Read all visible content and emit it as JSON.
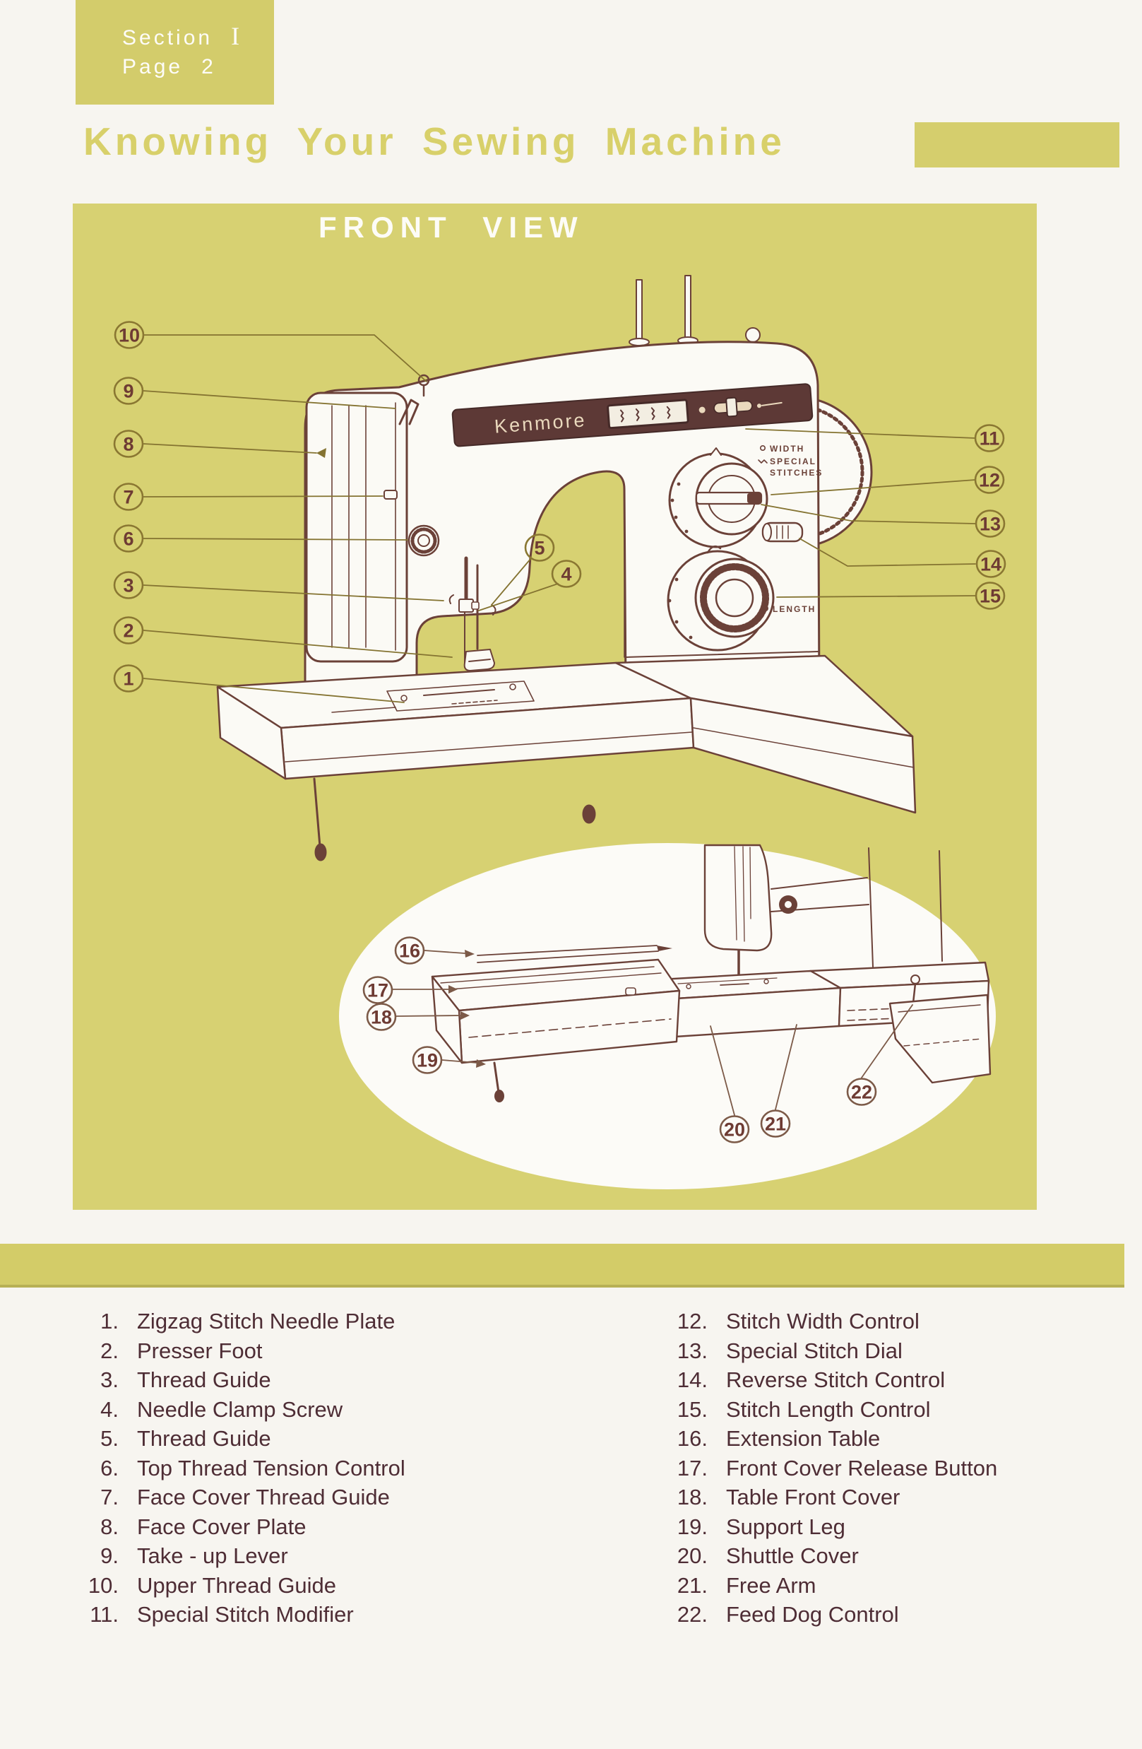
{
  "colors": {
    "olive": "#d6cf6e",
    "olive_dark_edge": "#b7b055",
    "ink_maroon": "#6b4138",
    "panel_maroon": "#5d3936",
    "list_text": "#4e2d35",
    "paper": "#f7f5f0"
  },
  "header": {
    "section_label": "Section",
    "section_value": "I",
    "page_label": "Page",
    "page_value": "2",
    "title": "Knowing Your Sewing Machine"
  },
  "diagram": {
    "heading": "FRONT VIEW",
    "machine_brand": "Kenmore",
    "dial_labels": {
      "width": "WIDTH",
      "special": "SPECIAL",
      "stitches": "STITCHES",
      "length": "LENGTH"
    },
    "callouts": [
      "1",
      "2",
      "3",
      "4",
      "5",
      "6",
      "7",
      "8",
      "9",
      "10",
      "11",
      "12",
      "13",
      "14",
      "15",
      "16",
      "17",
      "18",
      "19",
      "20",
      "21",
      "22"
    ]
  },
  "parts_list": {
    "left": [
      {
        "num": "1.",
        "label": "Zigzag Stitch Needle Plate"
      },
      {
        "num": "2.",
        "label": "Presser Foot"
      },
      {
        "num": "3.",
        "label": "Thread Guide"
      },
      {
        "num": "4.",
        "label": "Needle Clamp Screw"
      },
      {
        "num": "5.",
        "label": "Thread Guide"
      },
      {
        "num": "6.",
        "label": "Top Thread Tension Control"
      },
      {
        "num": "7.",
        "label": "Face Cover Thread Guide"
      },
      {
        "num": "8.",
        "label": "Face Cover Plate"
      },
      {
        "num": "9.",
        "label": "Take - up Lever"
      },
      {
        "num": "10.",
        "label": "Upper Thread Guide"
      },
      {
        "num": "11.",
        "label": "Special Stitch Modifier"
      }
    ],
    "right": [
      {
        "num": "12.",
        "label": "Stitch Width Control"
      },
      {
        "num": "13.",
        "label": "Special Stitch Dial"
      },
      {
        "num": "14.",
        "label": "Reverse Stitch Control"
      },
      {
        "num": "15.",
        "label": "Stitch Length Control"
      },
      {
        "num": "16.",
        "label": "Extension Table"
      },
      {
        "num": "17.",
        "label": "Front Cover Release Button"
      },
      {
        "num": "18.",
        "label": "Table Front Cover"
      },
      {
        "num": "19.",
        "label": "Support Leg"
      },
      {
        "num": "20.",
        "label": "Shuttle Cover"
      },
      {
        "num": "21.",
        "label": "Free Arm"
      },
      {
        "num": "22.",
        "label": "Feed Dog Control"
      }
    ]
  }
}
